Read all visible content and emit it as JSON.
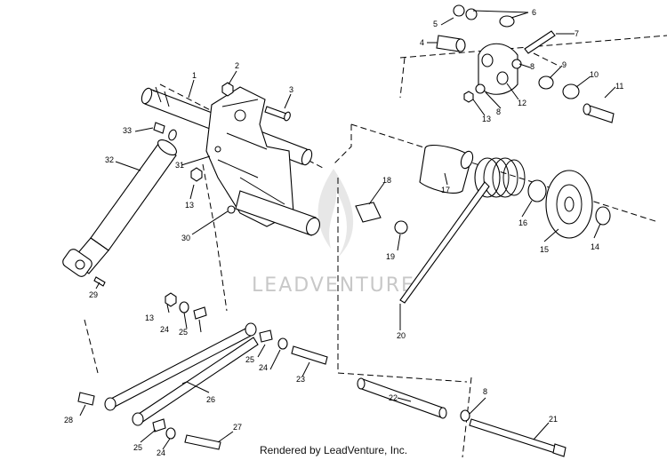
{
  "watermark": "LEADVENTURE",
  "credit": "Rendered by LeadVenture, Inc.",
  "callouts": [
    "1",
    "2",
    "3",
    "4",
    "5",
    "6",
    "7",
    "8",
    "9",
    "10",
    "11",
    "12",
    "13",
    "14",
    "15",
    "16",
    "17",
    "18",
    "19",
    "20",
    "21",
    "22",
    "23",
    "24",
    "25",
    "26",
    "27",
    "28",
    "29",
    "30",
    "31",
    "32",
    "33"
  ]
}
